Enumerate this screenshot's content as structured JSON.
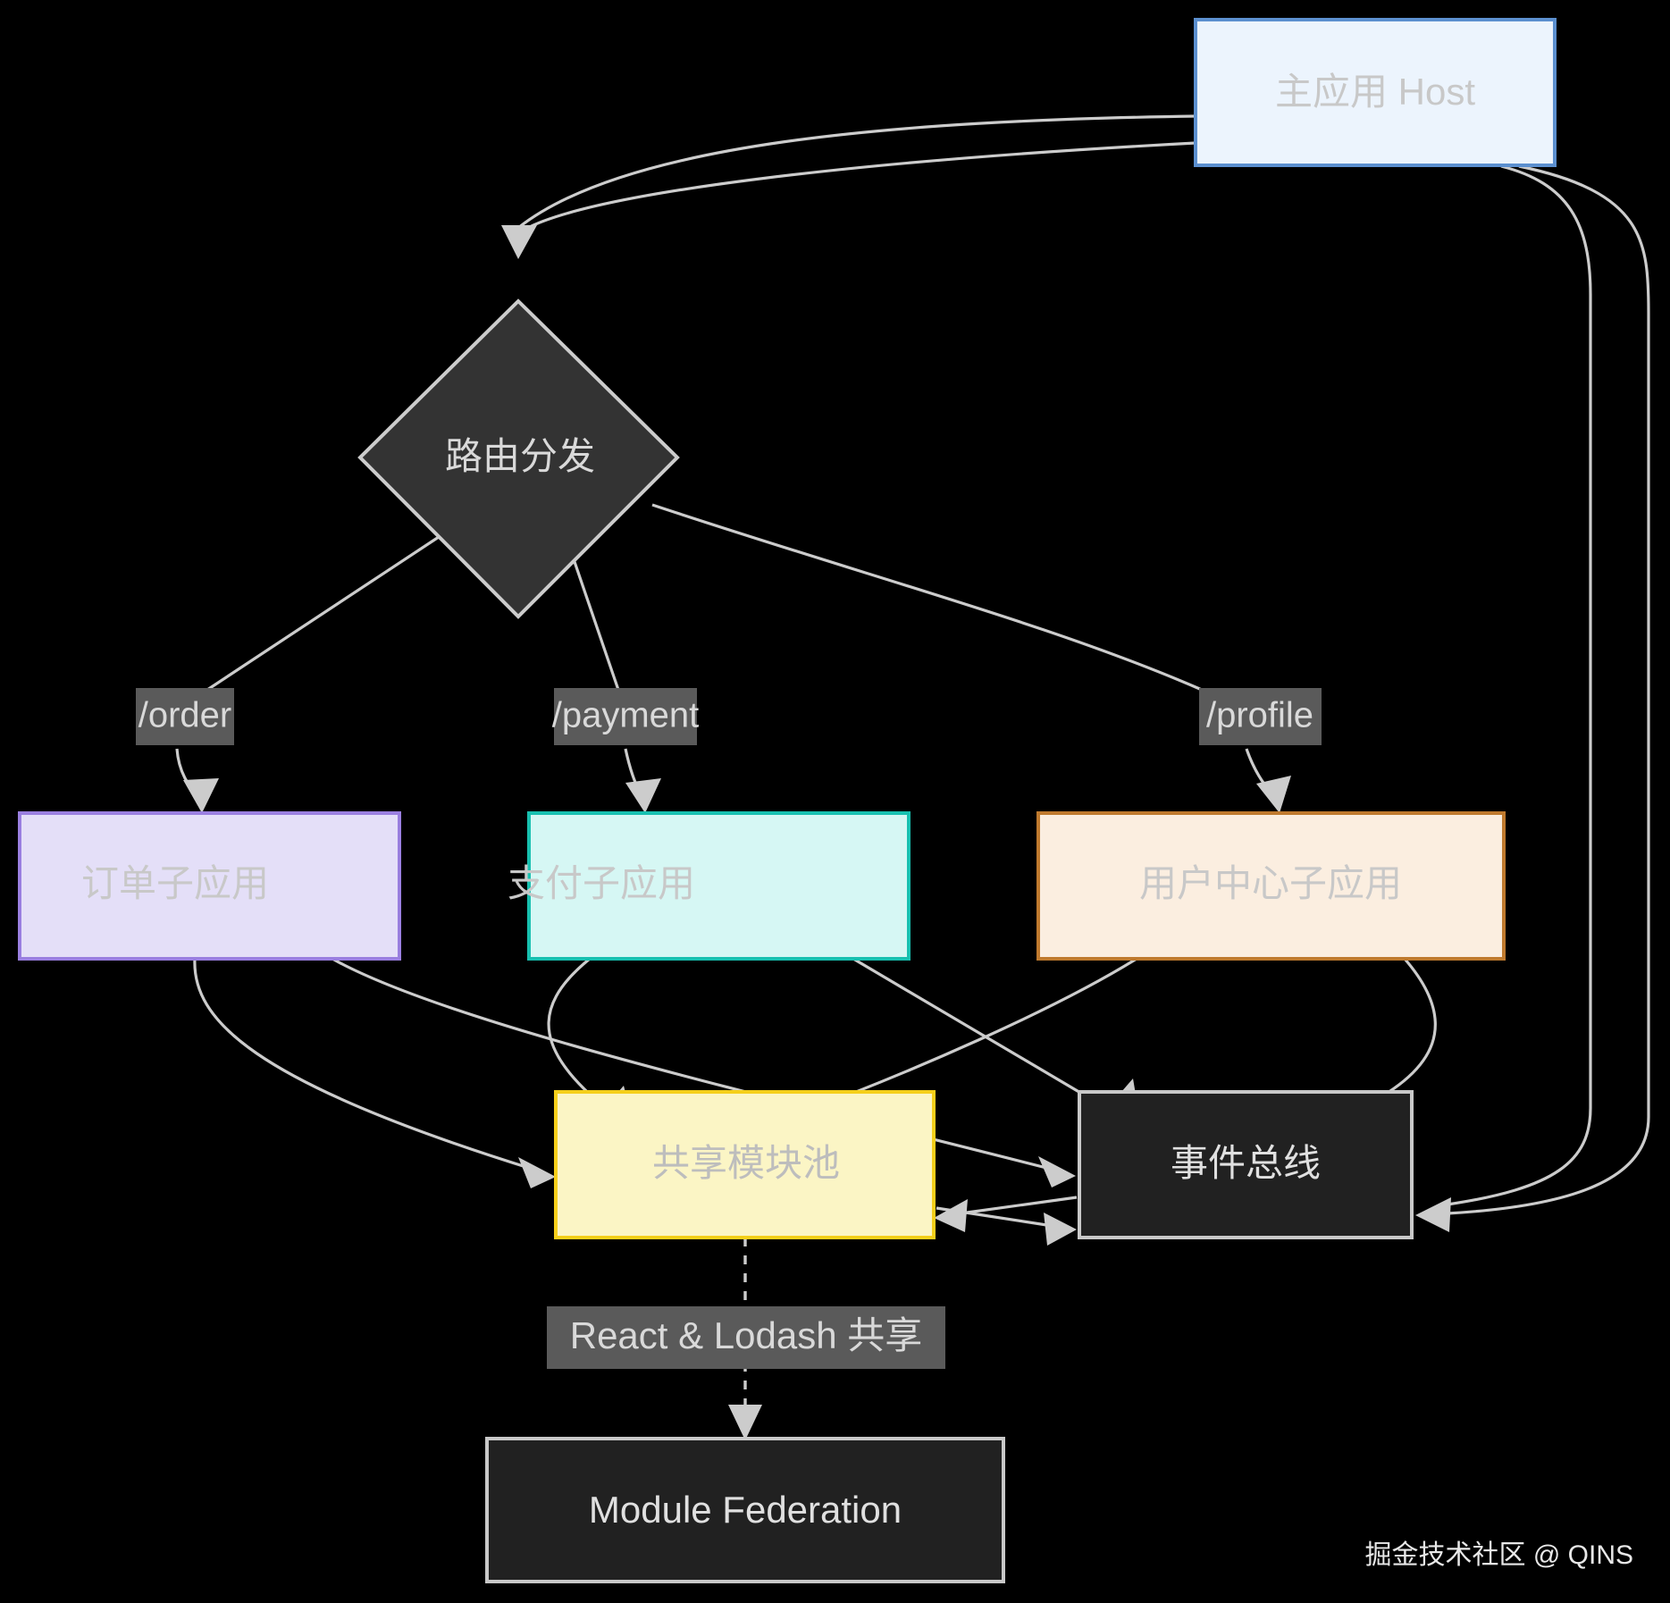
{
  "diagram": {
    "title": "Micro-frontend Module Federation architecture",
    "background": "#000000",
    "edge_color": "#cccccc",
    "nodes": {
      "host": {
        "label": "主应用 Host",
        "shape": "rect",
        "fill": "#ecf4fd",
        "stroke": "#5b8fcf",
        "text_color": "#c8c8c8",
        "font_size": "42"
      },
      "router": {
        "label": "路由分发",
        "shape": "diamond",
        "fill": "#333333",
        "stroke": "#cccccc",
        "text_color": "#d9d9d9",
        "font_size": "42"
      },
      "order": {
        "label": "订单子应用",
        "shape": "rect",
        "fill": "#e4dff8",
        "stroke": "#9a7fe0",
        "text_color": "#c8c8c8",
        "font_size": "42"
      },
      "payment": {
        "label": "支付子应用",
        "shape": "rect",
        "fill": "#d6f7f4",
        "stroke": "#18c0b0",
        "text_color": "#c8c8c8",
        "font_size": "42"
      },
      "profile": {
        "label": "用户中心子应用",
        "shape": "rect",
        "fill": "#fbeee0",
        "stroke": "#bf7a2e",
        "text_color": "#c8c8c8",
        "font_size": "42"
      },
      "shared": {
        "label": "共享模块池",
        "shape": "rect",
        "fill": "#fbf5c5",
        "stroke": "#f5cf1a",
        "text_color": "#bdbdbd",
        "font_size": "42"
      },
      "eventbus": {
        "label": "事件总线",
        "shape": "rect",
        "fill": "#212121",
        "stroke": "#c8c8c8",
        "text_color": "#e0e0e0",
        "font_size": "42"
      },
      "federation": {
        "label": "Module Federation",
        "shape": "rect",
        "fill": "#212121",
        "stroke": "#c8c8c8",
        "text_color": "#e0e0e0",
        "font_size": "42"
      }
    },
    "edge_labels": {
      "order_route": "/order",
      "payment_route": "/payment",
      "profile_route": "/profile",
      "shared_libs": "React & Lodash 共享"
    },
    "watermark": "掘金技术社区 @ QINS"
  }
}
